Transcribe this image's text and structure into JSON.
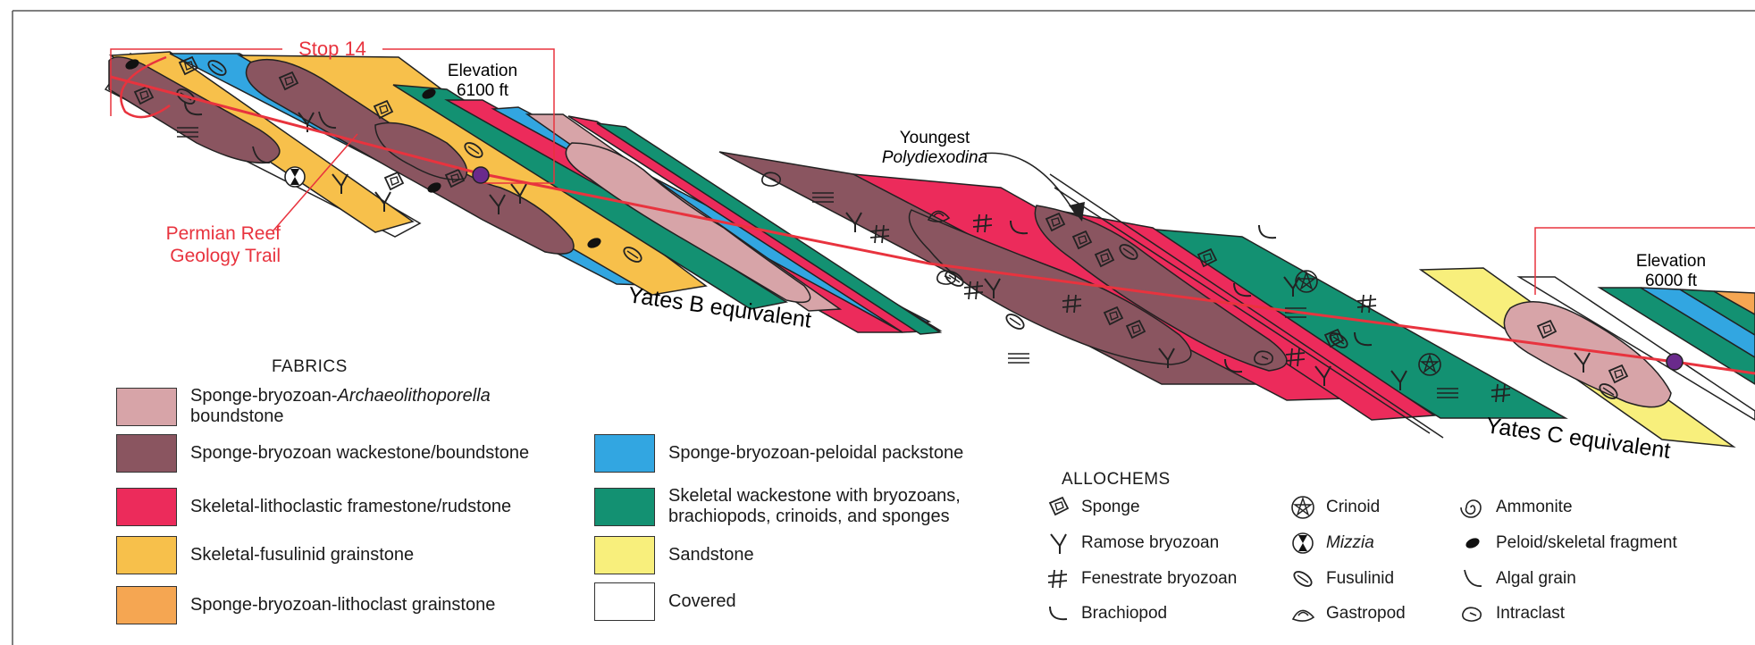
{
  "diagram": {
    "stop_label": "Stop 14",
    "trail_label": [
      "Permian Reef",
      "Geology Trail"
    ],
    "elevation_left": [
      "Elevation",
      "6100 ft"
    ],
    "elevation_right": [
      "Elevation",
      "6000 ft"
    ],
    "youngest_label": [
      "Youngest",
      "Polydiexodina"
    ],
    "yates_b": "Yates B equivalent",
    "yates_c": "Yates C equivalent"
  },
  "colors": {
    "boundstone_light": "#d7a4a8",
    "wackestone_brown": "#8a5560",
    "framestone_red": "#ec2b5b",
    "grainstone_yellow": "#f7c04b",
    "grainstone_orange": "#f5a652",
    "packstone_blue": "#32a6e1",
    "wackestone_green": "#139172",
    "sandstone_yellow": "#f8ef7c",
    "covered_white": "#ffffff",
    "trail_red": "#e8333e",
    "marker_purple": "#6a2a8c"
  },
  "fabrics": {
    "title": "FABRICS",
    "items": [
      {
        "label_pre": "Sponge-bryozoan-",
        "label_em": "Archaeolithoporella",
        "label_post": "boundstone",
        "color": "#d7a4a8"
      },
      {
        "label": "Sponge-bryozoan wackestone/boundstone",
        "color": "#8a5560"
      },
      {
        "label": "Skeletal-lithoclastic framestone/rudstone",
        "color": "#ec2b5b"
      },
      {
        "label": "Skeletal-fusulinid grainstone",
        "color": "#f7c04b"
      },
      {
        "label": "Sponge-bryozoan-lithoclast grainstone",
        "color": "#f5a652"
      },
      {
        "label": "Sponge-bryozoan-peloidal packstone",
        "color": "#32a6e1"
      },
      {
        "label": "Skeletal wackestone with bryozoans, brachiopods, crinoids, and sponges",
        "color": "#139172"
      },
      {
        "label": "Sandstone",
        "color": "#f8ef7c"
      },
      {
        "label": "Covered",
        "color": "#ffffff"
      }
    ]
  },
  "allochems": {
    "title": "ALLOCHEMS",
    "items": [
      {
        "label": "Sponge",
        "icon": "sponge-icon"
      },
      {
        "label": "Ramose bryozoan",
        "icon": "ramose-bryozoan-icon"
      },
      {
        "label": "Fenestrate bryozoan",
        "icon": "fenestrate-bryozoan-icon"
      },
      {
        "label": "Brachiopod",
        "icon": "brachiopod-icon"
      },
      {
        "label": "Crinoid",
        "icon": "crinoid-icon"
      },
      {
        "label": "Mizzia",
        "icon": "mizzia-icon"
      },
      {
        "label": "Fusulinid",
        "icon": "fusulinid-icon"
      },
      {
        "label": "Gastropod",
        "icon": "gastropod-icon"
      },
      {
        "label": "Ammonite",
        "icon": "ammonite-icon"
      },
      {
        "label": "Peloid/skeletal fragment",
        "icon": "peloid-icon"
      },
      {
        "label": "Algal grain",
        "icon": "algal-grain-icon"
      },
      {
        "label": "Intraclast",
        "icon": "intraclast-icon"
      }
    ]
  }
}
